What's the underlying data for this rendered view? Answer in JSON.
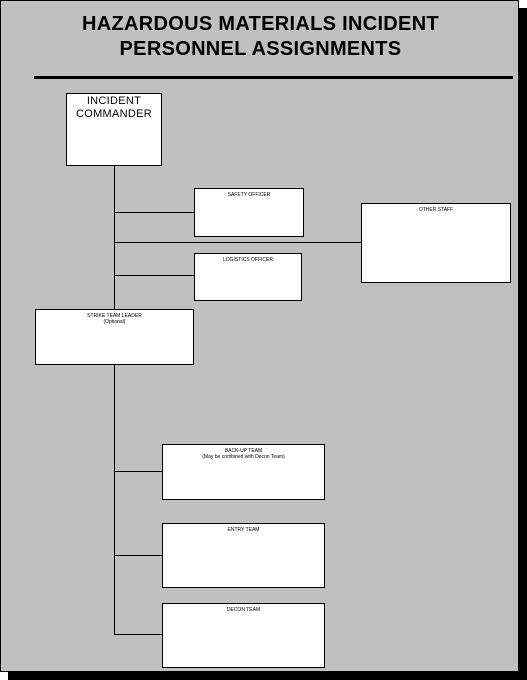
{
  "title": {
    "line1": "HAZARDOUS MATERIALS INCIDENT",
    "line2": "PERSONNEL ASSIGNMENTS"
  },
  "boxes": {
    "incident_commander": {
      "line1": "INCIDENT",
      "line2": "COMMANDER"
    },
    "safety_officer": {
      "label": "SAFETY OFFICER"
    },
    "other_staff": {
      "label": "OTHER STAFF"
    },
    "logistics_officer": {
      "label": "LOGISTICS OFFICER"
    },
    "strike_team_leader": {
      "label": "STRIKE TEAM LEADER",
      "note": "(Optional)"
    },
    "back_up_team": {
      "label": "BACK-UP TEAM",
      "note": "(May be combined with Decon Team)"
    },
    "entry_team": {
      "label": "ENTRY TEAM"
    },
    "decon_team": {
      "label": "DECON TEAM"
    }
  }
}
